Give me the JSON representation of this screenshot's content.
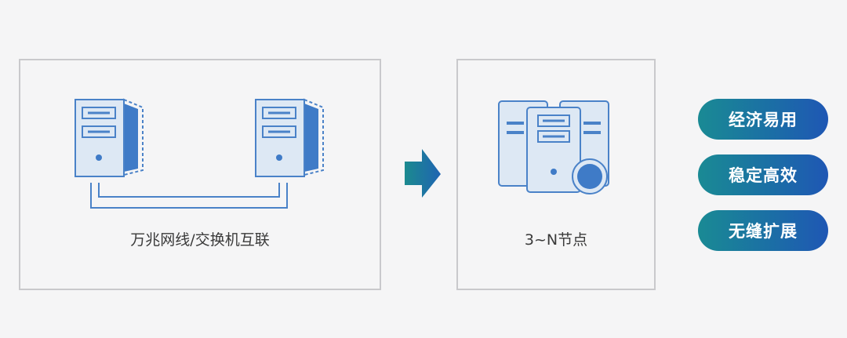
{
  "left_panel": {
    "caption": "万兆网线/交换机互联"
  },
  "right_panel": {
    "caption": "3~N节点"
  },
  "features": [
    {
      "label": "经济易用"
    },
    {
      "label": "稳定高效"
    },
    {
      "label": "无缝扩展"
    }
  ],
  "colors": {
    "server_fill": "#dde8f4",
    "server_stroke": "#4a82c8",
    "accent_blue": "#3f7bc7",
    "arrow_start": "#1c8a8f",
    "arrow_end": "#1f64b2",
    "pill_start": "#1a8a94",
    "pill_end": "#1f57b4"
  }
}
